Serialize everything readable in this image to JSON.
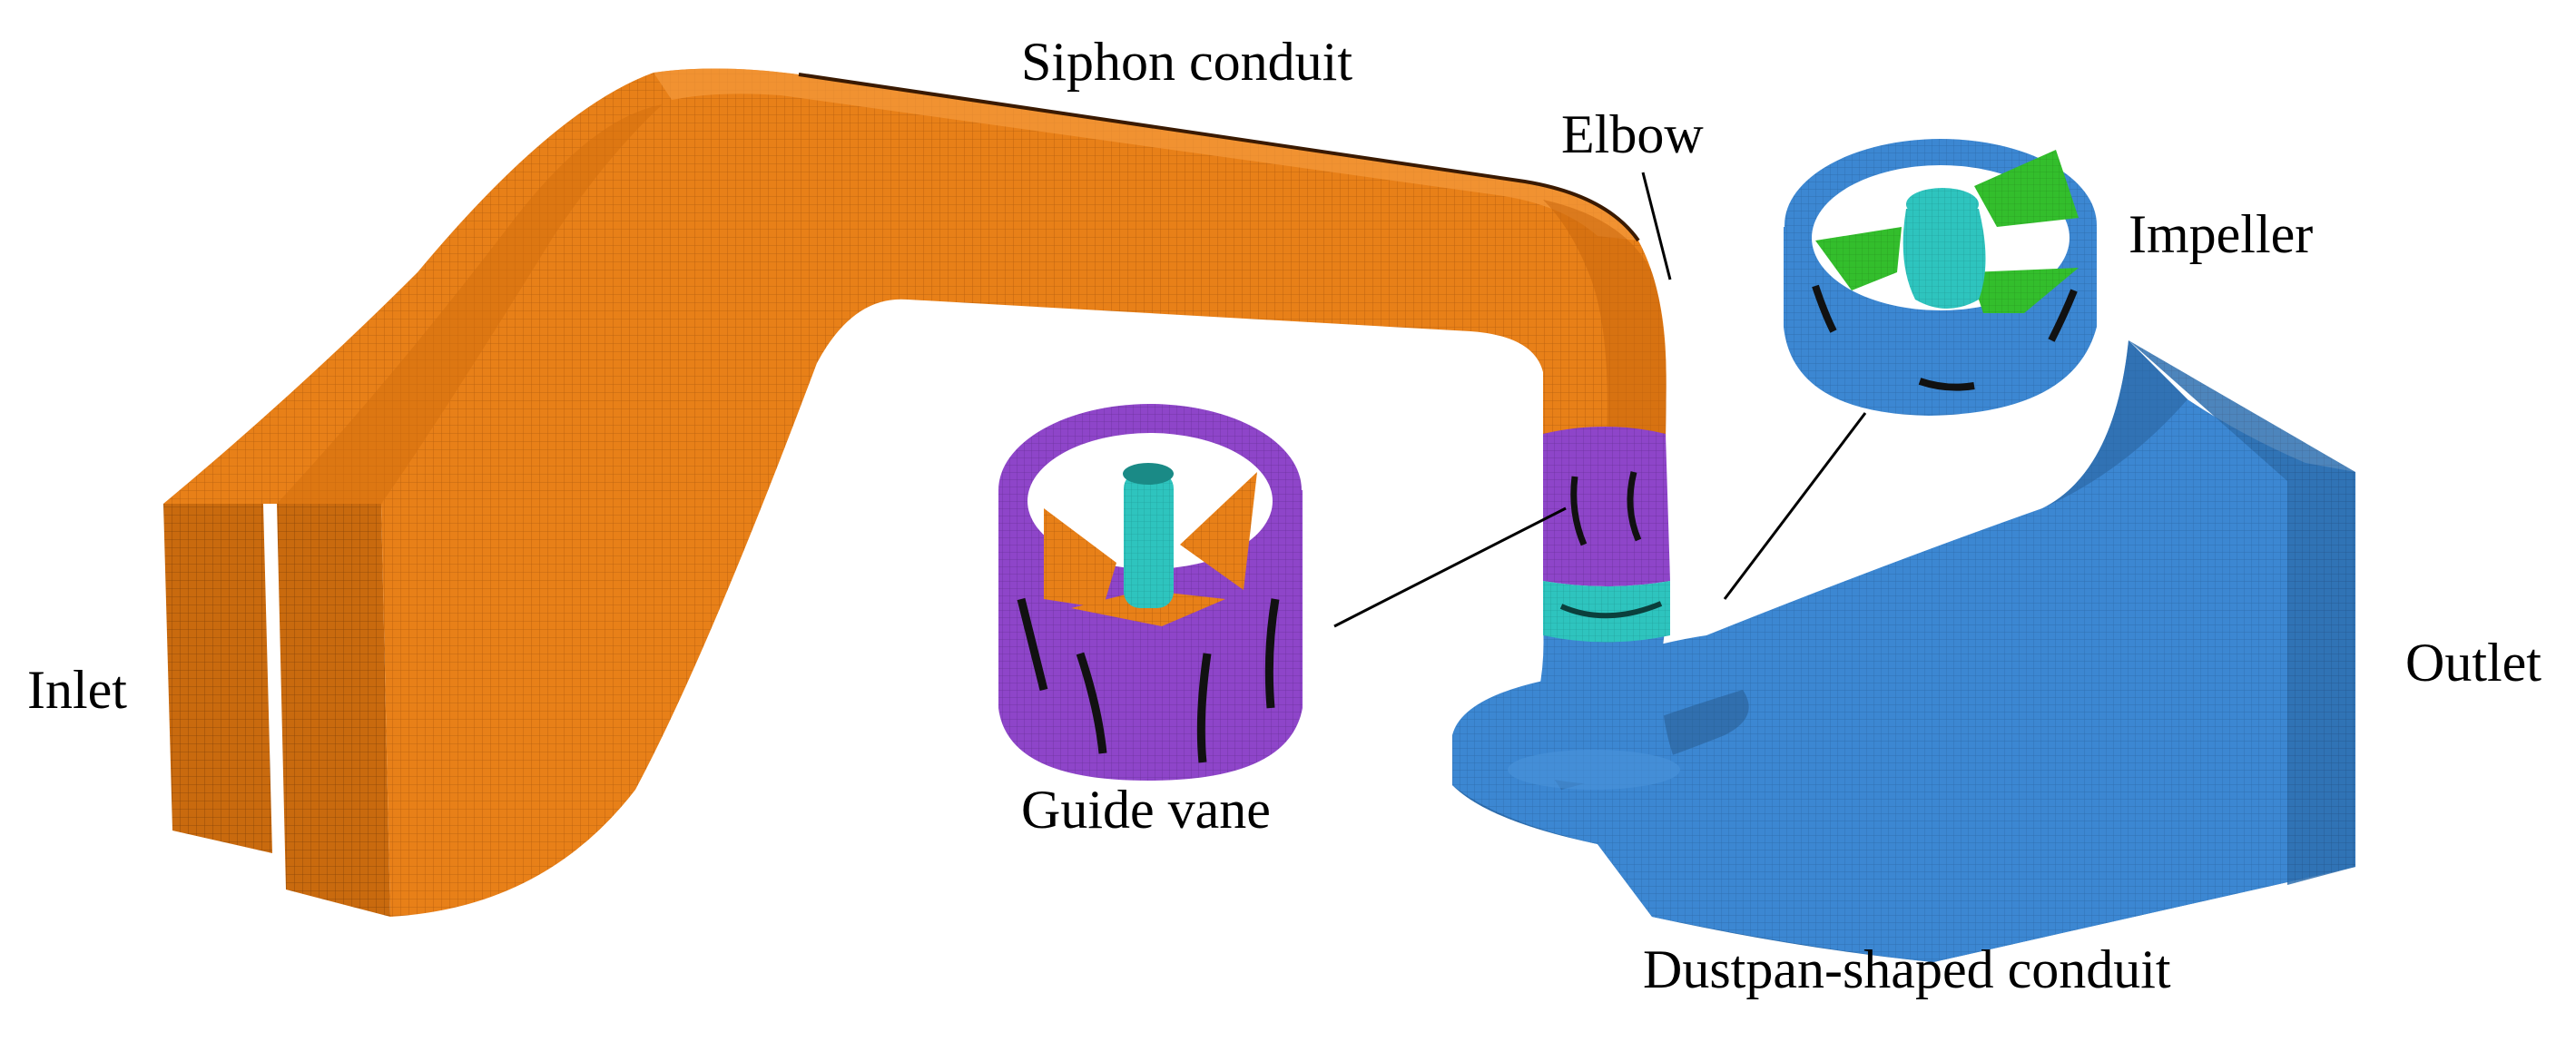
{
  "labels": {
    "siphon": "Siphon conduit",
    "elbow": "Elbow",
    "impeller": "Impeller",
    "inlet": "Inlet",
    "outlet": "Outlet",
    "guide_vane": "Guide vane",
    "dustpan": "Dustpan-shaped conduit"
  },
  "colors": {
    "siphon_conduit": "#E87F17",
    "guide_vane": "#8E45C9",
    "hub": "#2EC4BE",
    "impeller_blade": "#2EB82E",
    "dustpan_conduit": "#3C87D2",
    "leader_line": "#000000"
  }
}
